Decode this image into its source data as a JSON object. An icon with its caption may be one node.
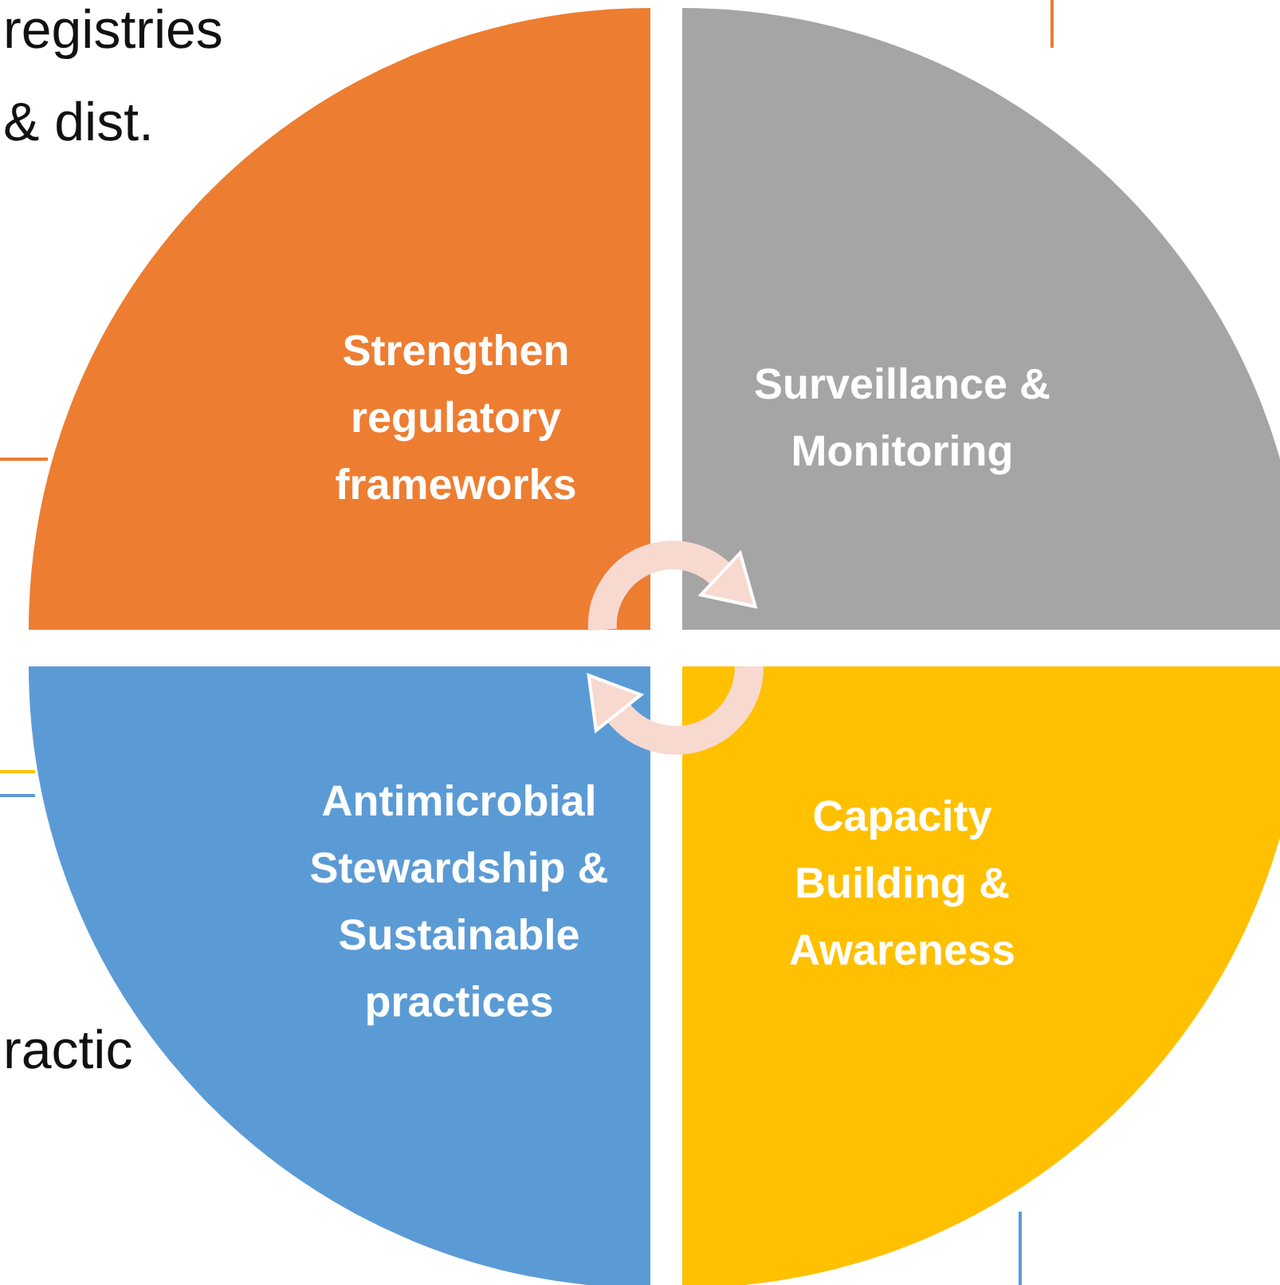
{
  "diagram": {
    "nodes": [
      {
        "text": [
          "Strengthen regulatory frameworks"
        ]
      },
      {
        "text": [
          "Surveillance & Monitoring"
        ]
      },
      {
        "text": [
          "Antimicrobial Stewardship & Sustainable practices"
        ]
      },
      {
        "text": [
          "Capacity Building & Awareness"
        ]
      }
    ],
    "edges": [
      {
        "from": 0,
        "to": 1,
        "arrow": "to"
      },
      {
        "from": 3,
        "to": 2,
        "arrow": "to"
      }
    ],
    "labels": [
      "registries",
      "& dist.",
      "ractic"
    ]
  }
}
